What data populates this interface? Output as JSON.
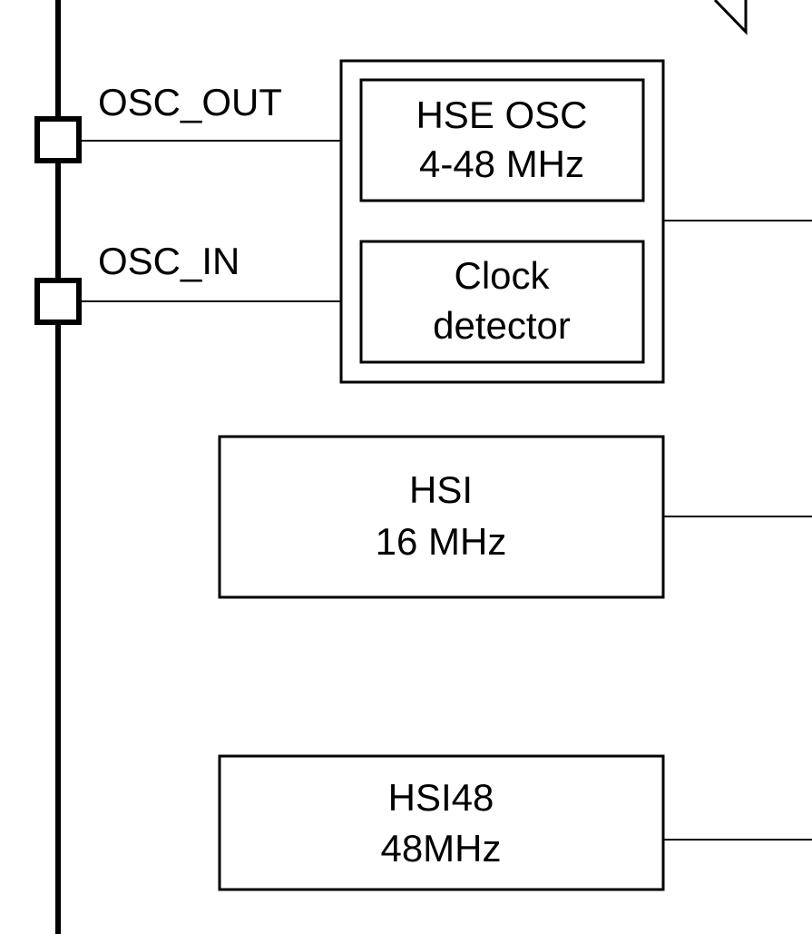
{
  "pins": {
    "osc_out": "OSC_OUT",
    "osc_in": "OSC_IN"
  },
  "hse_block": {
    "oscillator": {
      "line1": "HSE OSC",
      "line2": "4-48 MHz"
    },
    "clock_detector": {
      "line1": "Clock",
      "line2": "detector"
    }
  },
  "hsi": {
    "line1": "HSI",
    "line2": "16 MHz"
  },
  "hsi48": {
    "line1": "HSI48",
    "line2": "48MHz"
  }
}
